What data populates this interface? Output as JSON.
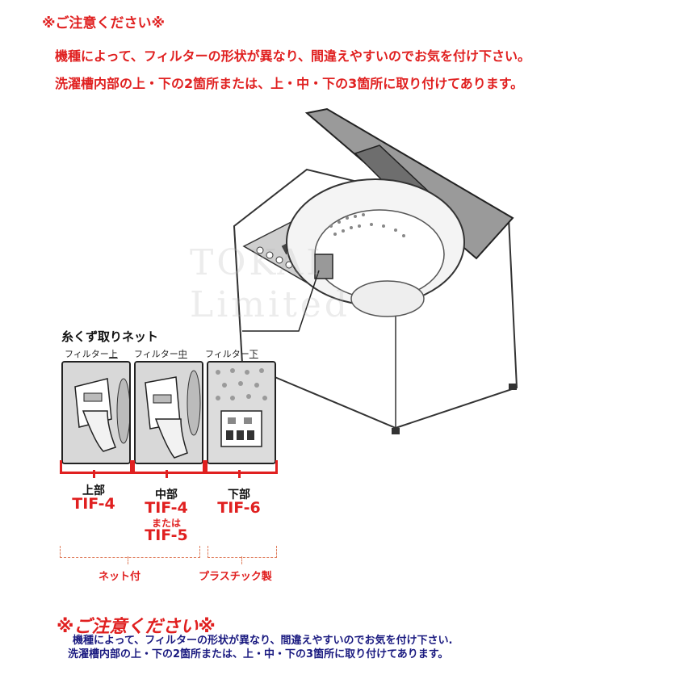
{
  "notice": {
    "title": "※ご注意ください※",
    "line1": "機種によって、フィルターの形状が異なり、間違えやすいのでお気を付け下さい。",
    "line2": "洗濯槽内部の上・下の2箇所または、上・中・下の3箇所に取り付けてあります。"
  },
  "watermark": {
    "line1": "TOKAI",
    "line2": "Limited"
  },
  "net": {
    "title": "糸くず取りネット",
    "filters": [
      {
        "prefix": "フィルター",
        "pos": "上"
      },
      {
        "prefix": "フィルター",
        "pos": "中"
      },
      {
        "prefix": "フィルター",
        "pos": "下"
      }
    ]
  },
  "parts": {
    "top": {
      "label": "上部",
      "code": "TIF-4"
    },
    "middle": {
      "label": "中部",
      "code": "TIF-4",
      "or": "または",
      "code_alt": "TIF-5"
    },
    "bottom": {
      "label": "下部",
      "code": "TIF-6"
    }
  },
  "categories": {
    "net": "ネット付",
    "plastic": "プラスチック製"
  },
  "bottom_notice": {
    "title": "※ご注意ください※",
    "line1": "機種によって、フィルターの形状が異なり、間違えやすいのでお気を付け下さい.",
    "line2": "洗濯槽内部の上・下の2箇所または、上・中・下の3箇所に取り付けてあります。"
  },
  "colors": {
    "accent_red": "#e02020",
    "note_blue": "#1a1a80"
  }
}
